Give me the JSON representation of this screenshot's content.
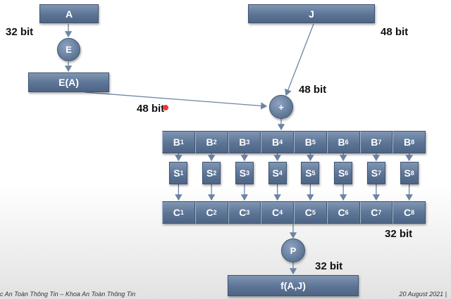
{
  "nodes": {
    "a": "A",
    "j": "J",
    "e": "E",
    "ea": "E(A)",
    "xor": "+",
    "p": "P",
    "f": "f(A,J)"
  },
  "labels": {
    "a_bits": "32 bit",
    "j_bits": "48 bit",
    "xor_in_bits": "48 bit",
    "ea_bits": "48 bit",
    "c_bits": "32 bit",
    "p_bits": "32 bit"
  },
  "b_row": [
    {
      "base": "B",
      "sub": "1"
    },
    {
      "base": "B",
      "sub": "2"
    },
    {
      "base": "B",
      "sub": "3"
    },
    {
      "base": "B",
      "sub": "4"
    },
    {
      "base": "B",
      "sub": "5"
    },
    {
      "base": "B",
      "sub": "6"
    },
    {
      "base": "B",
      "sub": "7"
    },
    {
      "base": "B",
      "sub": "8"
    }
  ],
  "s_row": [
    {
      "base": "S",
      "sub": "1"
    },
    {
      "base": "S",
      "sub": "2"
    },
    {
      "base": "S",
      "sub": "3"
    },
    {
      "base": "S",
      "sub": "4"
    },
    {
      "base": "S",
      "sub": "5"
    },
    {
      "base": "S",
      "sub": "6"
    },
    {
      "base": "S",
      "sub": "7"
    },
    {
      "base": "S",
      "sub": "8"
    }
  ],
  "c_row": [
    {
      "base": "C",
      "sub": "1"
    },
    {
      "base": "C",
      "sub": "2"
    },
    {
      "base": "C",
      "sub": "3"
    },
    {
      "base": "C",
      "sub": "4"
    },
    {
      "base": "C",
      "sub": "5"
    },
    {
      "base": "C",
      "sub": "6"
    },
    {
      "base": "C",
      "sub": "7"
    },
    {
      "base": "C",
      "sub": "8"
    }
  ],
  "footer": {
    "left": "c An Toàn Thông Tin – Khoa An Toàn Thông Tin",
    "right": "20 August 2021 |"
  },
  "colors": {
    "box": "#5c7495",
    "arrow": "#6d84a3",
    "cursor": "#e83a3a"
  }
}
